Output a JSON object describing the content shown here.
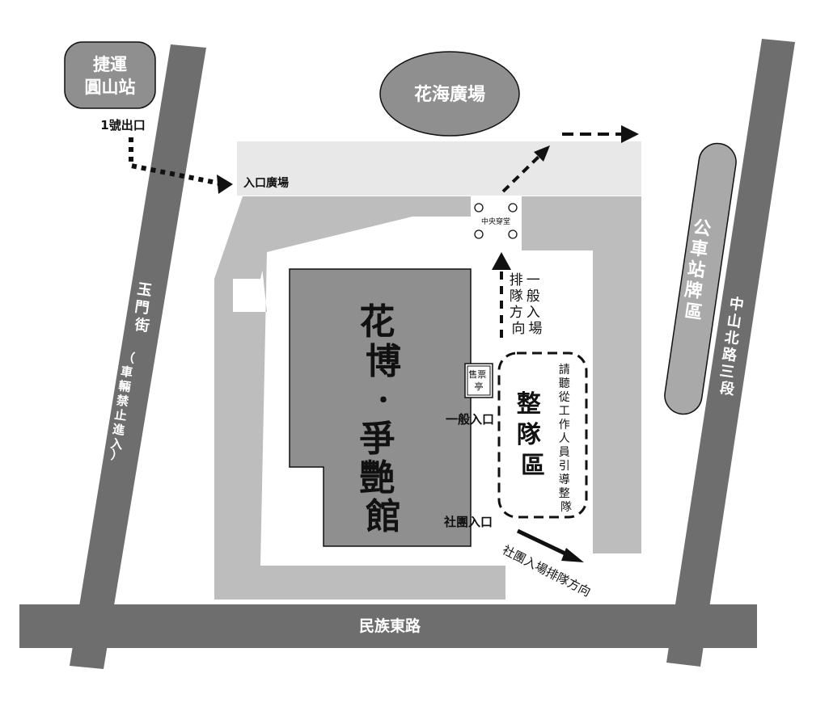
{
  "map": {
    "mrt_station": "捷運圓山站",
    "mrt_station_line1": "捷運",
    "mrt_station_line2": "圓山站",
    "exit_label": "1號出口",
    "flower_sea_plaza": "花海廣場",
    "entrance_plaza": "入口廣場",
    "central_passage": "中央穿堂",
    "bus_stop_area": "公車站牌區",
    "road_yumen": "玉門街",
    "road_yumen_note": "（車輛禁止進入）",
    "road_zhongshan": "中山北路三段",
    "road_minzu": "民族東路",
    "pavilion_name": "花博・爭艷館",
    "pavilion_line1": "花博",
    "pavilion_dot": "・",
    "pavilion_line2": "爭艷館",
    "ticket_booth": "售票亭",
    "general_entrance": "一般入口",
    "group_entrance": "社團入口",
    "general_queue_direction": "一般入場排隊方向",
    "general_queue_col1": "一般入場",
    "general_queue_col2": "排隊方向",
    "queue_area": "整隊區",
    "staff_instruction": "請聽從工作人員引導整隊",
    "group_queue_direction": "社團入場排隊方向"
  },
  "colors": {
    "road": "#6e6e6e",
    "building": "#8f8f8f",
    "walkway": "#bdbdbd",
    "plaza": "#e8e8e8",
    "ink": "#111111"
  }
}
